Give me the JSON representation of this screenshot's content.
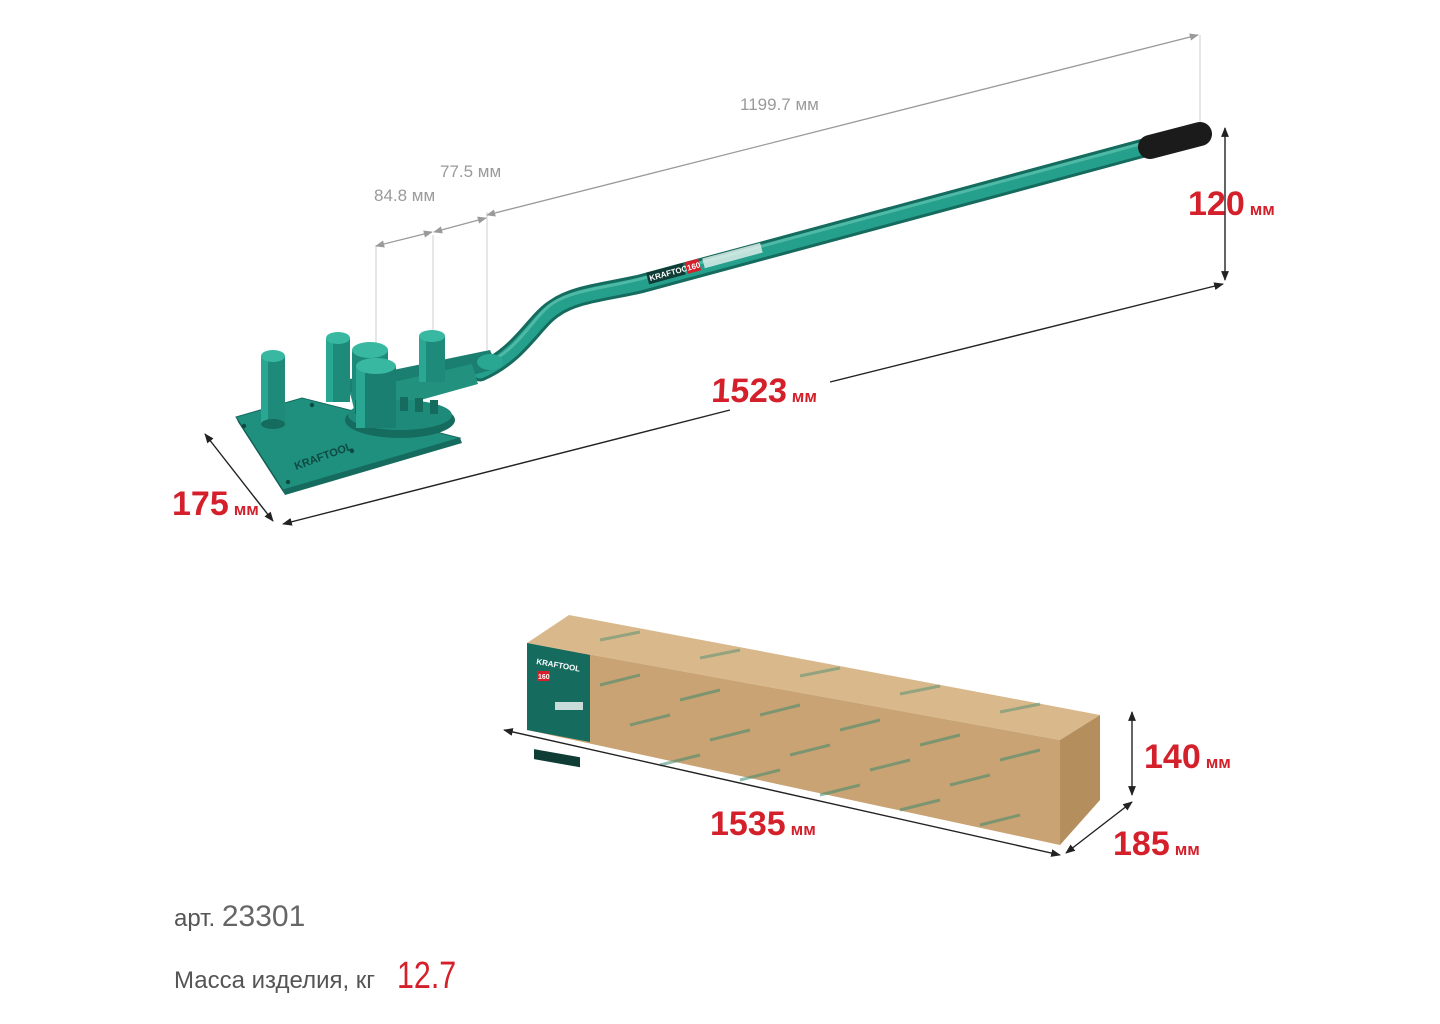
{
  "dimensions_top": {
    "total_handle": "1199.7 мм",
    "gap_1": "84.8 мм",
    "gap_2": "77.5 мм"
  },
  "tool": {
    "length_value": "1523",
    "length_unit": "мм",
    "width_value": "175",
    "width_unit": "мм",
    "height_value": "120",
    "height_unit": "мм",
    "brand": "KRAFTOOL",
    "model_badge": "160"
  },
  "package": {
    "length_value": "1535",
    "length_unit": "мм",
    "height_value": "140",
    "height_unit": "мм",
    "depth_value": "185",
    "depth_unit": "мм",
    "brand": "KRAFTOOL",
    "model_badge": "160"
  },
  "info": {
    "article_label": "арт.",
    "article_number": "23301",
    "mass_label": "Масса изделия, кг",
    "mass_value": "12.7"
  },
  "colors": {
    "tool_green": "#1f8f7e",
    "tool_dark": "#156b5e",
    "dimension_red": "#d4202b",
    "dimension_gray": "#9a9a9a",
    "box_kraft": "#c9a373"
  }
}
